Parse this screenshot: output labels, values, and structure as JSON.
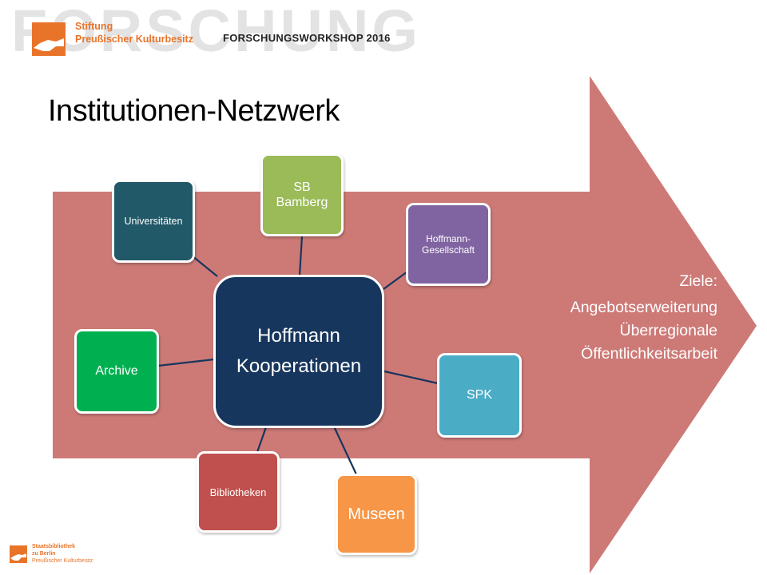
{
  "header": {
    "watermark": "FORSCHUNG",
    "org_line1": "Stiftung",
    "org_line2": "Preußischer Kulturbesitz",
    "workshop": "FORSCHUNGSWORKSHOP 2016"
  },
  "title": "Institutionen-Netzwerk",
  "diagram": {
    "center": {
      "line1": "Hoffmann",
      "line2": "Kooperationen"
    },
    "nodes": {
      "universitaeten": "Universitäten",
      "bamberg_line1": "SB",
      "bamberg_line2": "Bamberg",
      "gesellschaft_line1": "Hoffmann-",
      "gesellschaft_line2": "Gesellschaft",
      "spk": "SPK",
      "museen": "Museen",
      "bibliotheken": "Bibliotheken",
      "archive": "Archive"
    },
    "colors": {
      "arrow": "#cd7a77",
      "center": "#17365d",
      "universitaeten": "#215968",
      "bamberg": "#9bbb59",
      "gesellschaft": "#8064a2",
      "spk": "#4bacc6",
      "museen": "#f79646",
      "bibliotheken": "#c0504d",
      "archive": "#00b050"
    }
  },
  "goals": {
    "heading": "Ziele:",
    "items": [
      "Angebotserweiterung",
      "Überregionale",
      "Öffentlichkeitsarbeit"
    ]
  },
  "footer": {
    "line1": "Staatsbibliothek",
    "line2": "zu Berlin",
    "line3": "Preußischer Kulturbesitz"
  }
}
